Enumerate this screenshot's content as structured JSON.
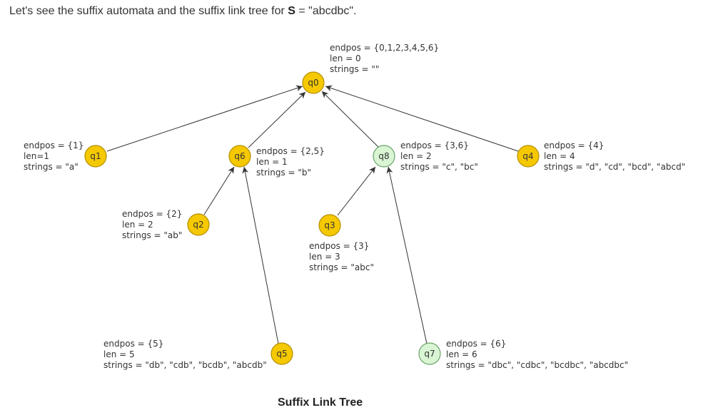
{
  "intro": {
    "prefix": "Let's see the suffix automata and the suffix link tree for ",
    "var": "S",
    "suffix": " = \"abcdbc\"."
  },
  "caption": "Suffix Link Tree",
  "colors": {
    "yellow_node": "#f5c800",
    "green_node": "#d9f5d4",
    "edge": "#333333"
  },
  "nodes": {
    "q0": {
      "label": "q0",
      "endpos": "endpos = {0,1,2,3,4,5,6}",
      "len": "len = 0",
      "strings": "strings = \"\""
    },
    "q1": {
      "label": "q1",
      "endpos": "endpos = {1}",
      "len": "len=1",
      "strings": "strings = \"a\""
    },
    "q6": {
      "label": "q6",
      "endpos": "endpos = {2,5}",
      "len": "len = 1",
      "strings": "strings = \"b\""
    },
    "q8": {
      "label": "q8",
      "endpos": "endpos = {3,6}",
      "len": "len = 2",
      "strings": "strings = \"c\", \"bc\""
    },
    "q4": {
      "label": "q4",
      "endpos": "endpos = {4}",
      "len": "len = 4",
      "strings": "strings = \"d\", \"cd\", \"bcd\", \"abcd\""
    },
    "q2": {
      "label": "q2",
      "endpos": "endpos = {2}",
      "len": "len = 2",
      "strings": "strings = \"ab\""
    },
    "q3": {
      "label": "q3",
      "endpos": "endpos = {3}",
      "len": "len = 3",
      "strings": "strings = \"abc\""
    },
    "q5": {
      "label": "q5",
      "endpos": "endpos = {5}",
      "len": "len = 5",
      "strings": "strings = \"db\", \"cdb\", \"bcdb\", \"abcdb\""
    },
    "q7": {
      "label": "q7",
      "endpos": "endpos = {6}",
      "len": "len = 6",
      "strings": "strings = \"dbc\", \"cdbc\", \"bcdbc\", \"abcdbc\""
    }
  }
}
